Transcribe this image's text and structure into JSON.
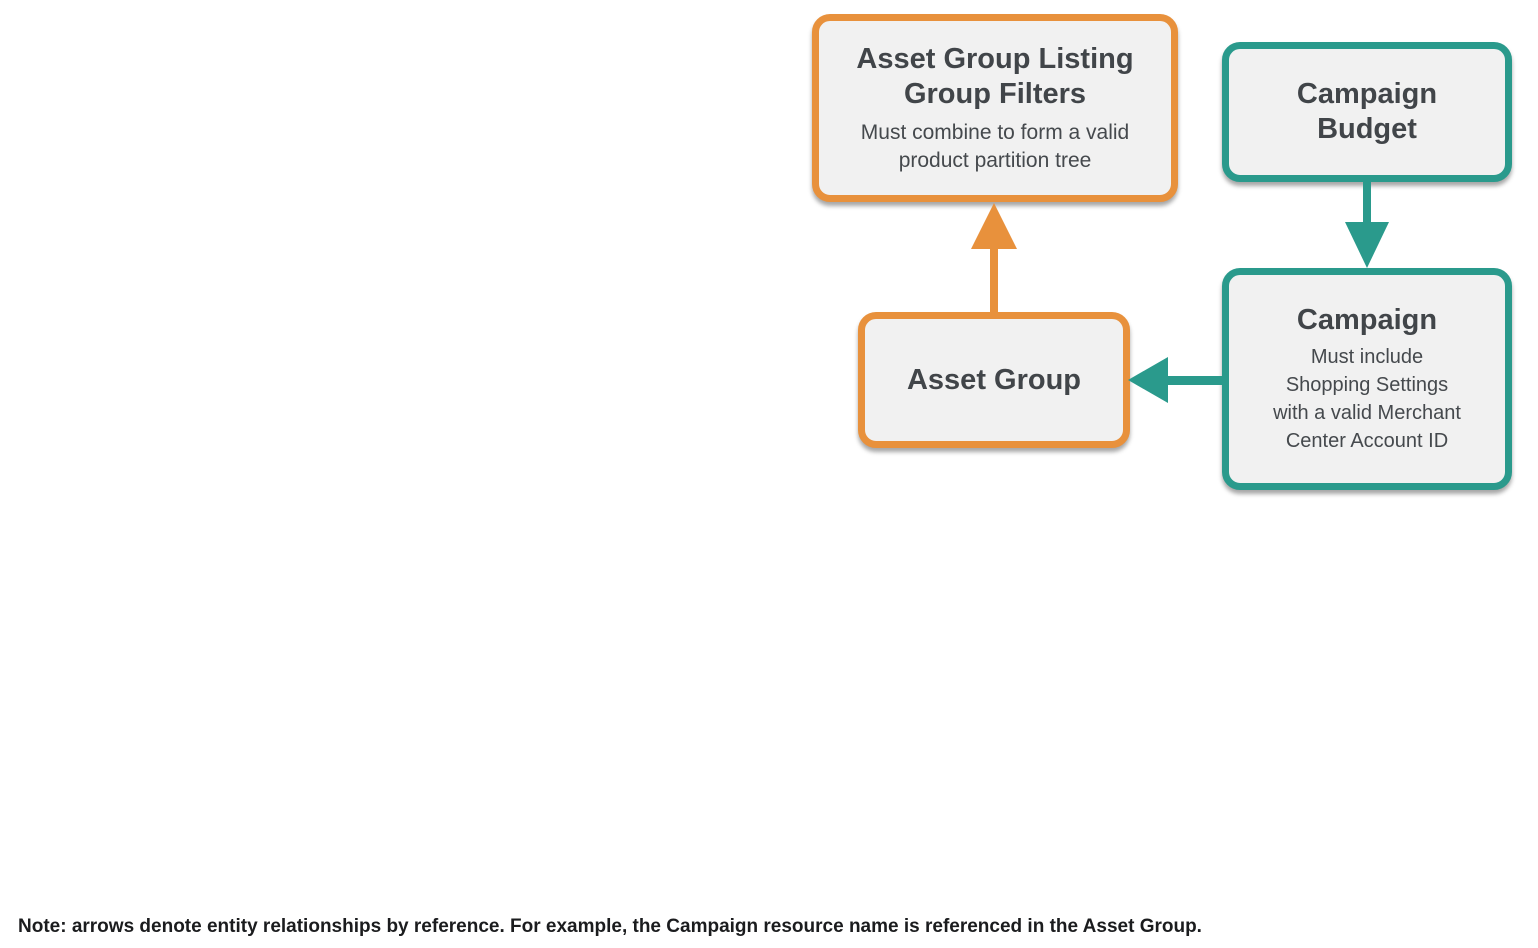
{
  "colors": {
    "orange": "#E8913C",
    "teal": "#2A9A8C",
    "box_fill": "#F1F1F1",
    "title_text": "#414549",
    "subtitle_text": "#45494D",
    "note_text": "#1B1C1E",
    "background": "#FFFFFF"
  },
  "diagram": {
    "nodes": {
      "listing_group_filters": {
        "title": "Asset Group Listing\nGroup Filters",
        "subtitle": "Must combine to form a valid\nproduct partition tree",
        "accent": "orange"
      },
      "campaign_budget": {
        "title": "Campaign\nBudget",
        "accent": "teal"
      },
      "asset_group": {
        "title": "Asset Group",
        "accent": "orange"
      },
      "campaign": {
        "title": "Campaign",
        "subtitle": "Must include\nShopping Settings\nwith a valid Merchant\nCenter Account ID",
        "accent": "teal"
      }
    },
    "edges": [
      {
        "from": "asset_group",
        "to": "listing_group_filters",
        "color": "orange",
        "direction": "up"
      },
      {
        "from": "campaign_budget",
        "to": "campaign",
        "color": "teal",
        "direction": "down"
      },
      {
        "from": "campaign",
        "to": "asset_group",
        "color": "teal",
        "direction": "left"
      }
    ]
  },
  "note": "Note: arrows denote entity relationships by reference. For example, the Campaign resource name is referenced in the Asset Group."
}
